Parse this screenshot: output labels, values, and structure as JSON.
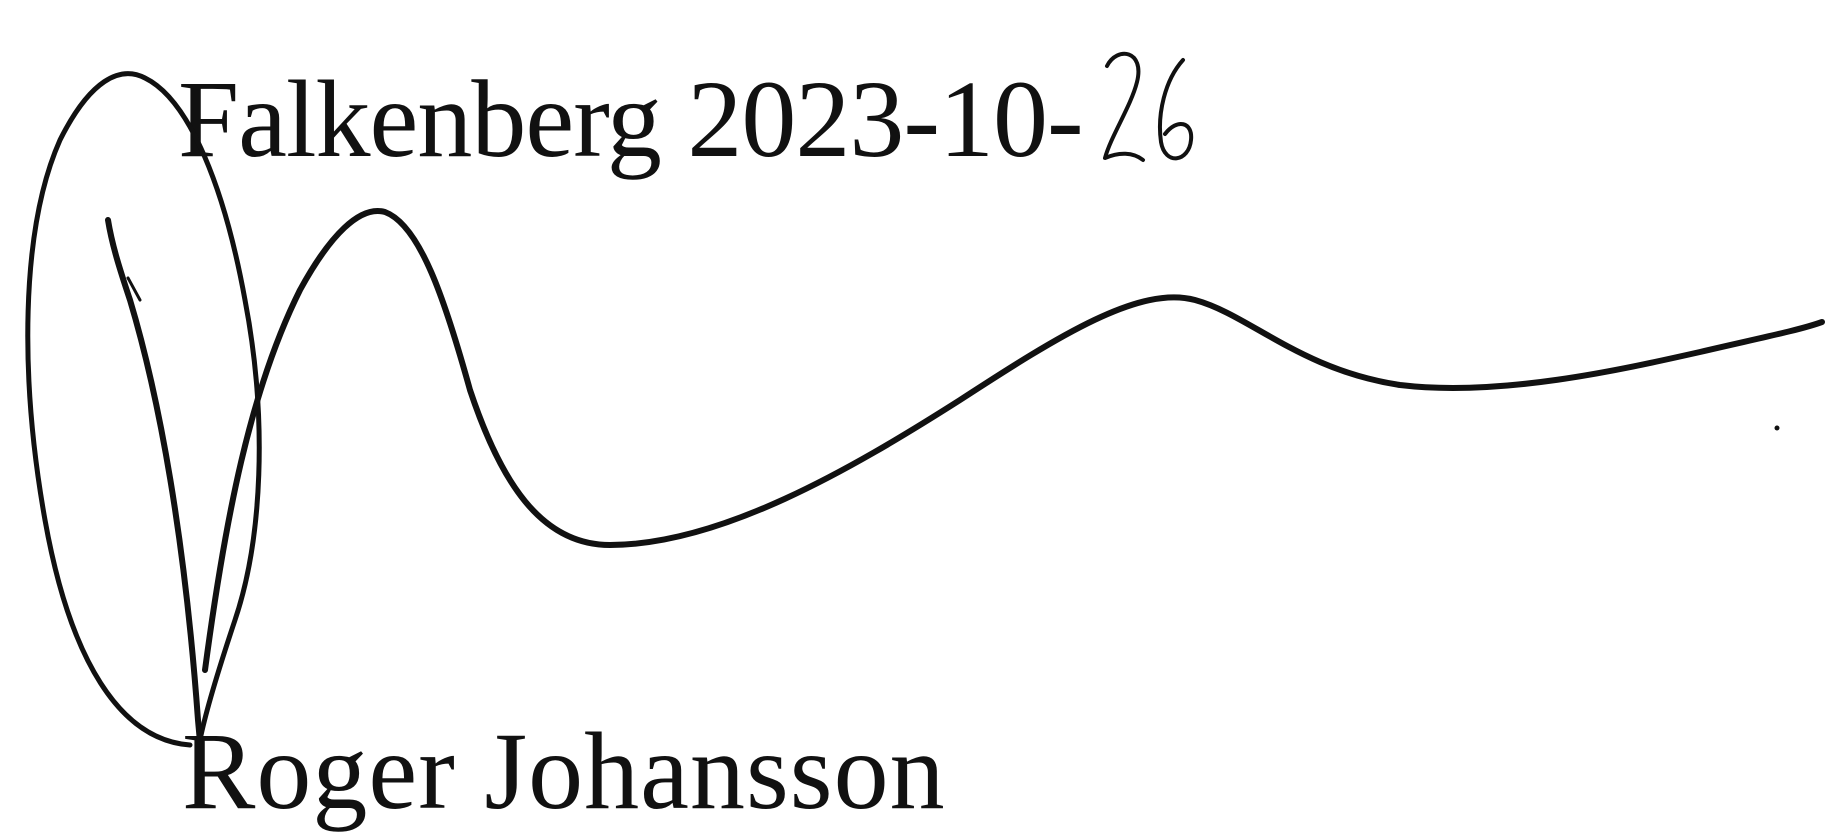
{
  "document": {
    "place_date_printed": "Falkenberg 2023-10-",
    "day_handwritten": "26",
    "signer_name": "Roger Johansson"
  },
  "colors": {
    "ink": "#111111",
    "paper": "#ffffff"
  }
}
